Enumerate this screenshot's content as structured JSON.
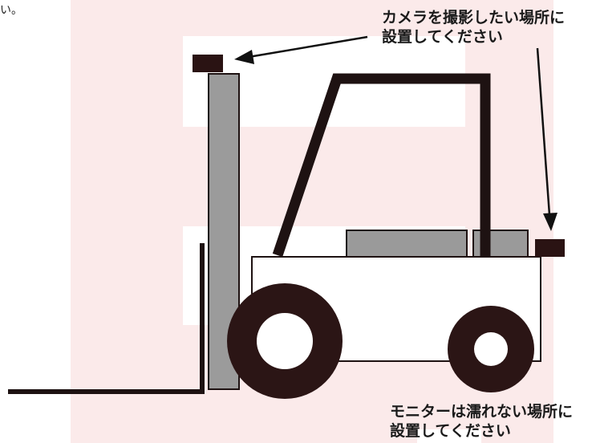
{
  "header_fragment": "い。",
  "camera_label": {
    "line1": "カメラを撮影したい場所に",
    "line2": "設置してください"
  },
  "monitor_label": {
    "line1": "モニターは濡れない場所に",
    "line2": "設置してください"
  },
  "colors": {
    "watermark": "#fbeaea",
    "mast": "#9b9b9b",
    "device": "#2a1313",
    "tire": "#2b1515",
    "frame": "#1e1212",
    "body": "#ffffff",
    "outline": "#1e1212",
    "block": "#9a9a9a"
  }
}
